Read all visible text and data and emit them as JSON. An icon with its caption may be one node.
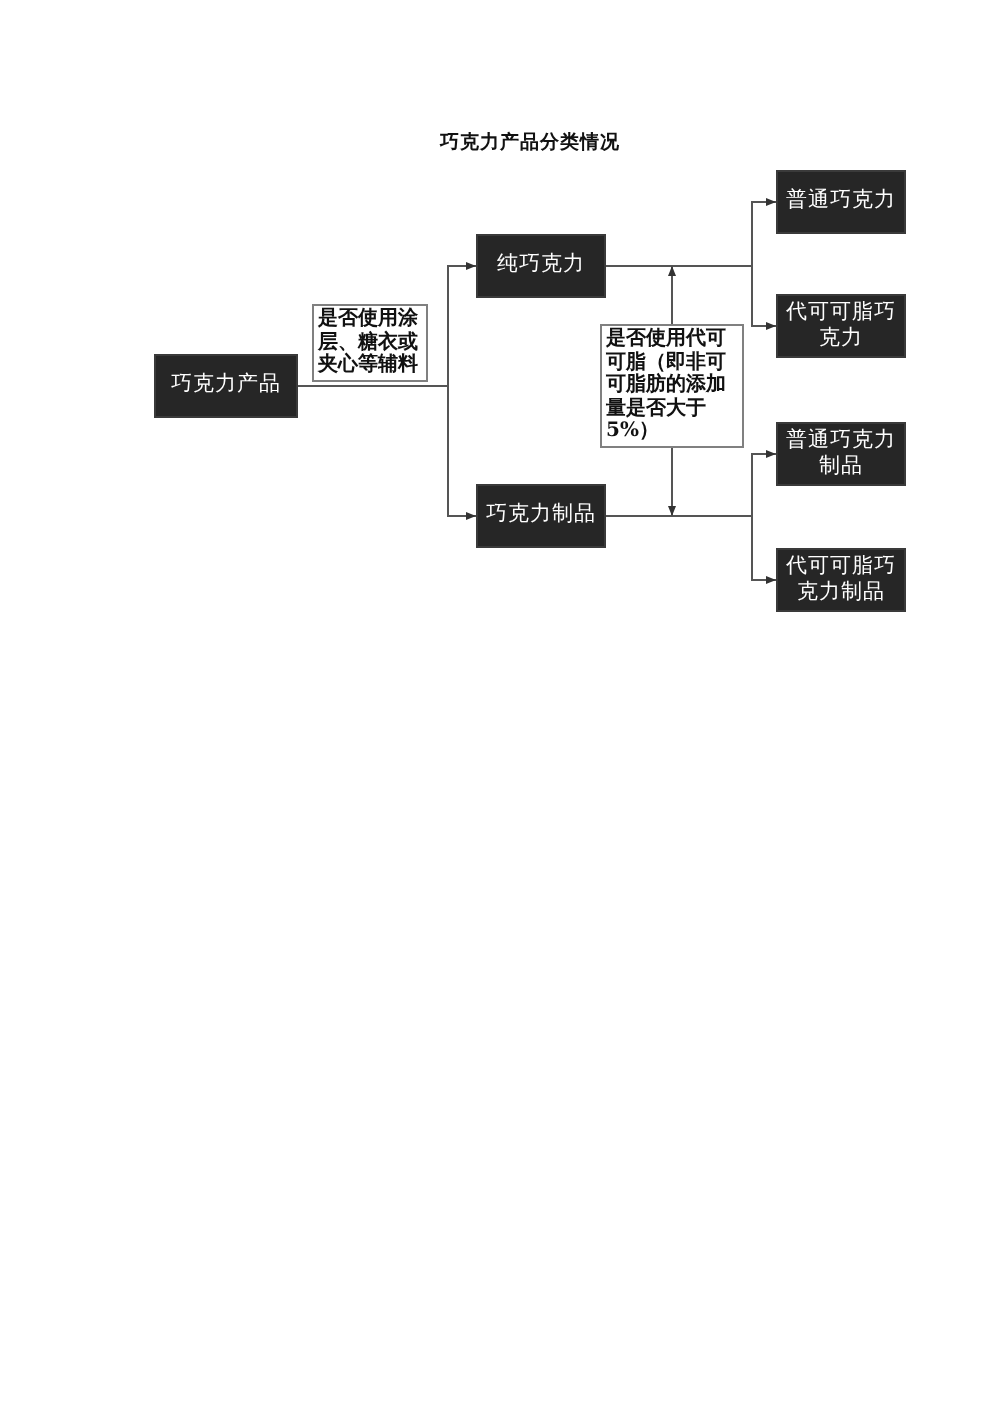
{
  "diagram": {
    "title": "巧克力产品分类情况",
    "nodes": [
      {
        "text": [
          "巧克力产品"
        ]
      },
      {
        "text": [
          "是否使用涂层、糖衣或夹心等辅料"
        ]
      },
      {
        "text": [
          "纯巧克力"
        ]
      },
      {
        "text": [
          "巧克力制品"
        ]
      },
      {
        "text": [
          "是否使用代可可脂（即非可可脂肪的添加量是否大于5%）"
        ]
      },
      {
        "text": [
          "普通巧克力"
        ]
      },
      {
        "text": [
          "代可可脂巧克力"
        ]
      },
      {
        "text": [
          "普通巧克力制品"
        ]
      },
      {
        "text": [
          "代可可脂巧克力制品"
        ]
      }
    ],
    "edges": [
      {
        "from": 0,
        "to": 2,
        "arrow": "to"
      },
      {
        "from": 0,
        "to": 3,
        "arrow": "to"
      },
      {
        "from": 2,
        "to": 5,
        "arrow": "to"
      },
      {
        "from": 2,
        "to": 6,
        "arrow": "to"
      },
      {
        "from": 3,
        "to": 7,
        "arrow": "to"
      },
      {
        "from": 3,
        "to": 8,
        "arrow": "to"
      },
      {
        "from": 4,
        "to": null,
        "arrow": "to"
      },
      {
        "from": 4,
        "to": null,
        "arrow": "to"
      }
    ]
  }
}
